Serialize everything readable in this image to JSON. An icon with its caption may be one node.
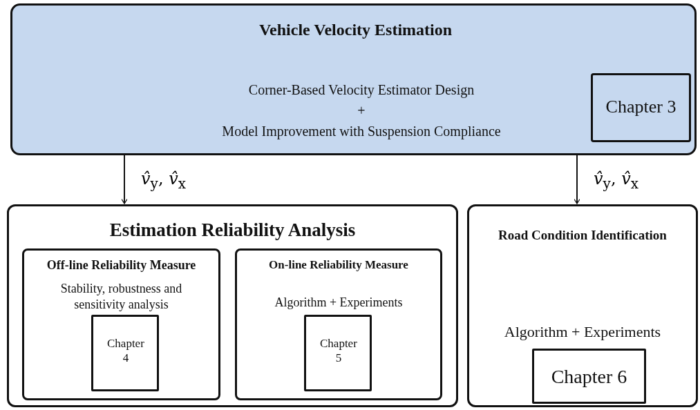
{
  "diagram": {
    "nodes": [
      {
        "text": [
          "Vehicle Velocity Estimation",
          "Corner-Based Velocity Estimator Design",
          "+",
          "Model Improvement with Suspension Compliance"
        ]
      },
      {
        "text": [
          "Chapter 3"
        ],
        "in": 0
      },
      {
        "text": [
          "Estimation Reliability Analysis"
        ]
      },
      {
        "text": [
          "Off-line Reliability Measure",
          "Stability, robustness and sensitivity analysis"
        ],
        "in": 2
      },
      {
        "text": [
          "Chapter 4"
        ],
        "in": 3
      },
      {
        "text": [
          "On-line Reliability Measure",
          "Algorithm + Experiments"
        ],
        "in": 2
      },
      {
        "text": [
          "Chapter 5"
        ],
        "in": 5
      },
      {
        "text": [
          "Road Condition Identification",
          "Algorithm + Experiments"
        ]
      },
      {
        "text": [
          "Chapter 6"
        ],
        "in": 7
      }
    ],
    "edges": [
      {
        "from": 0,
        "to": 2,
        "arrow": "to",
        "label": "*v̂*$_{y}$, *v̂*$_{x}$"
      },
      {
        "from": 0,
        "to": 7,
        "arrow": "to",
        "label": "*v̂*$_{y}$, *v̂*$_{x}$"
      }
    ]
  }
}
